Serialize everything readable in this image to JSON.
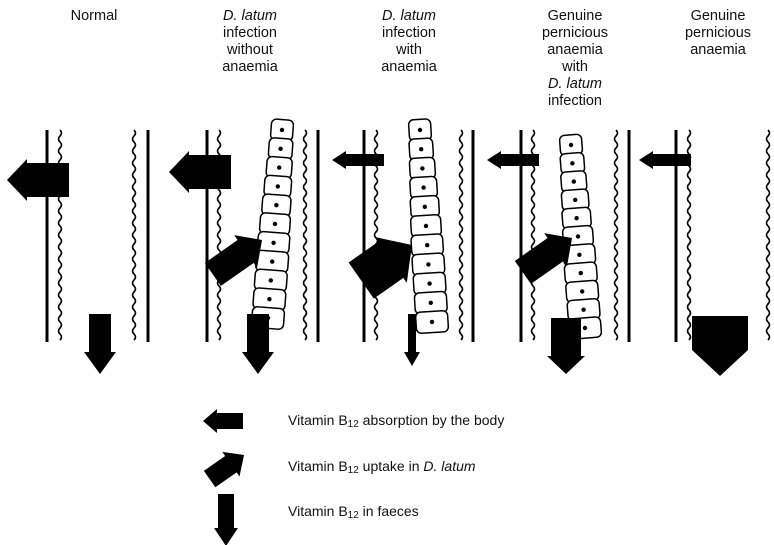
{
  "columns": [
    {
      "lines": [
        {
          "text": "Normal",
          "italic": false
        }
      ]
    },
    {
      "lines": [
        {
          "text": "D. latum",
          "italic": true
        },
        {
          "text": "infection",
          "italic": false
        },
        {
          "text": "without",
          "italic": false
        },
        {
          "text": "anaemia",
          "italic": false
        }
      ]
    },
    {
      "lines": [
        {
          "text": "D. latum",
          "italic": true
        },
        {
          "text": "infection",
          "italic": false
        },
        {
          "text": "with",
          "italic": false
        },
        {
          "text": "anaemia",
          "italic": false
        }
      ]
    },
    {
      "lines": [
        {
          "text": "Genuine",
          "italic": false
        },
        {
          "text": "pernicious",
          "italic": false
        },
        {
          "text": "anaemia",
          "italic": false
        },
        {
          "text": "with",
          "italic": false
        },
        {
          "text": "D. latum",
          "italic": true
        },
        {
          "text": "infection",
          "italic": false
        }
      ]
    },
    {
      "lines": [
        {
          "text": "Genuine",
          "italic": false
        },
        {
          "text": "pernicious",
          "italic": false
        },
        {
          "text": "anaemia",
          "italic": false
        }
      ]
    }
  ],
  "legend": {
    "absorption": {
      "pre": "Vitamin B",
      "sub": "12",
      "post": " absorption by the body",
      "italic_tail": ""
    },
    "uptake": {
      "pre": "Vitamin B",
      "sub": "12",
      "post": " uptake in ",
      "italic_tail": "D. latum"
    },
    "faeces": {
      "pre": "Vitamin B",
      "sub": "12",
      "post": " in faeces",
      "italic_tail": ""
    }
  },
  "panels": [
    {
      "absorption": "large",
      "uptake": "none",
      "faeces": "small",
      "worm": false
    },
    {
      "absorption": "large",
      "uptake": "medium",
      "faeces": "small",
      "worm": true
    },
    {
      "absorption": "small",
      "uptake": "large",
      "faeces": "thin",
      "worm": true
    },
    {
      "absorption": "small",
      "uptake": "medium",
      "faeces": "medium",
      "worm": true
    },
    {
      "absorption": "small",
      "uptake": "none",
      "faeces": "large",
      "worm": false
    }
  ],
  "colors": {
    "ink": "#000000",
    "worm_fill": "#ffffff"
  }
}
